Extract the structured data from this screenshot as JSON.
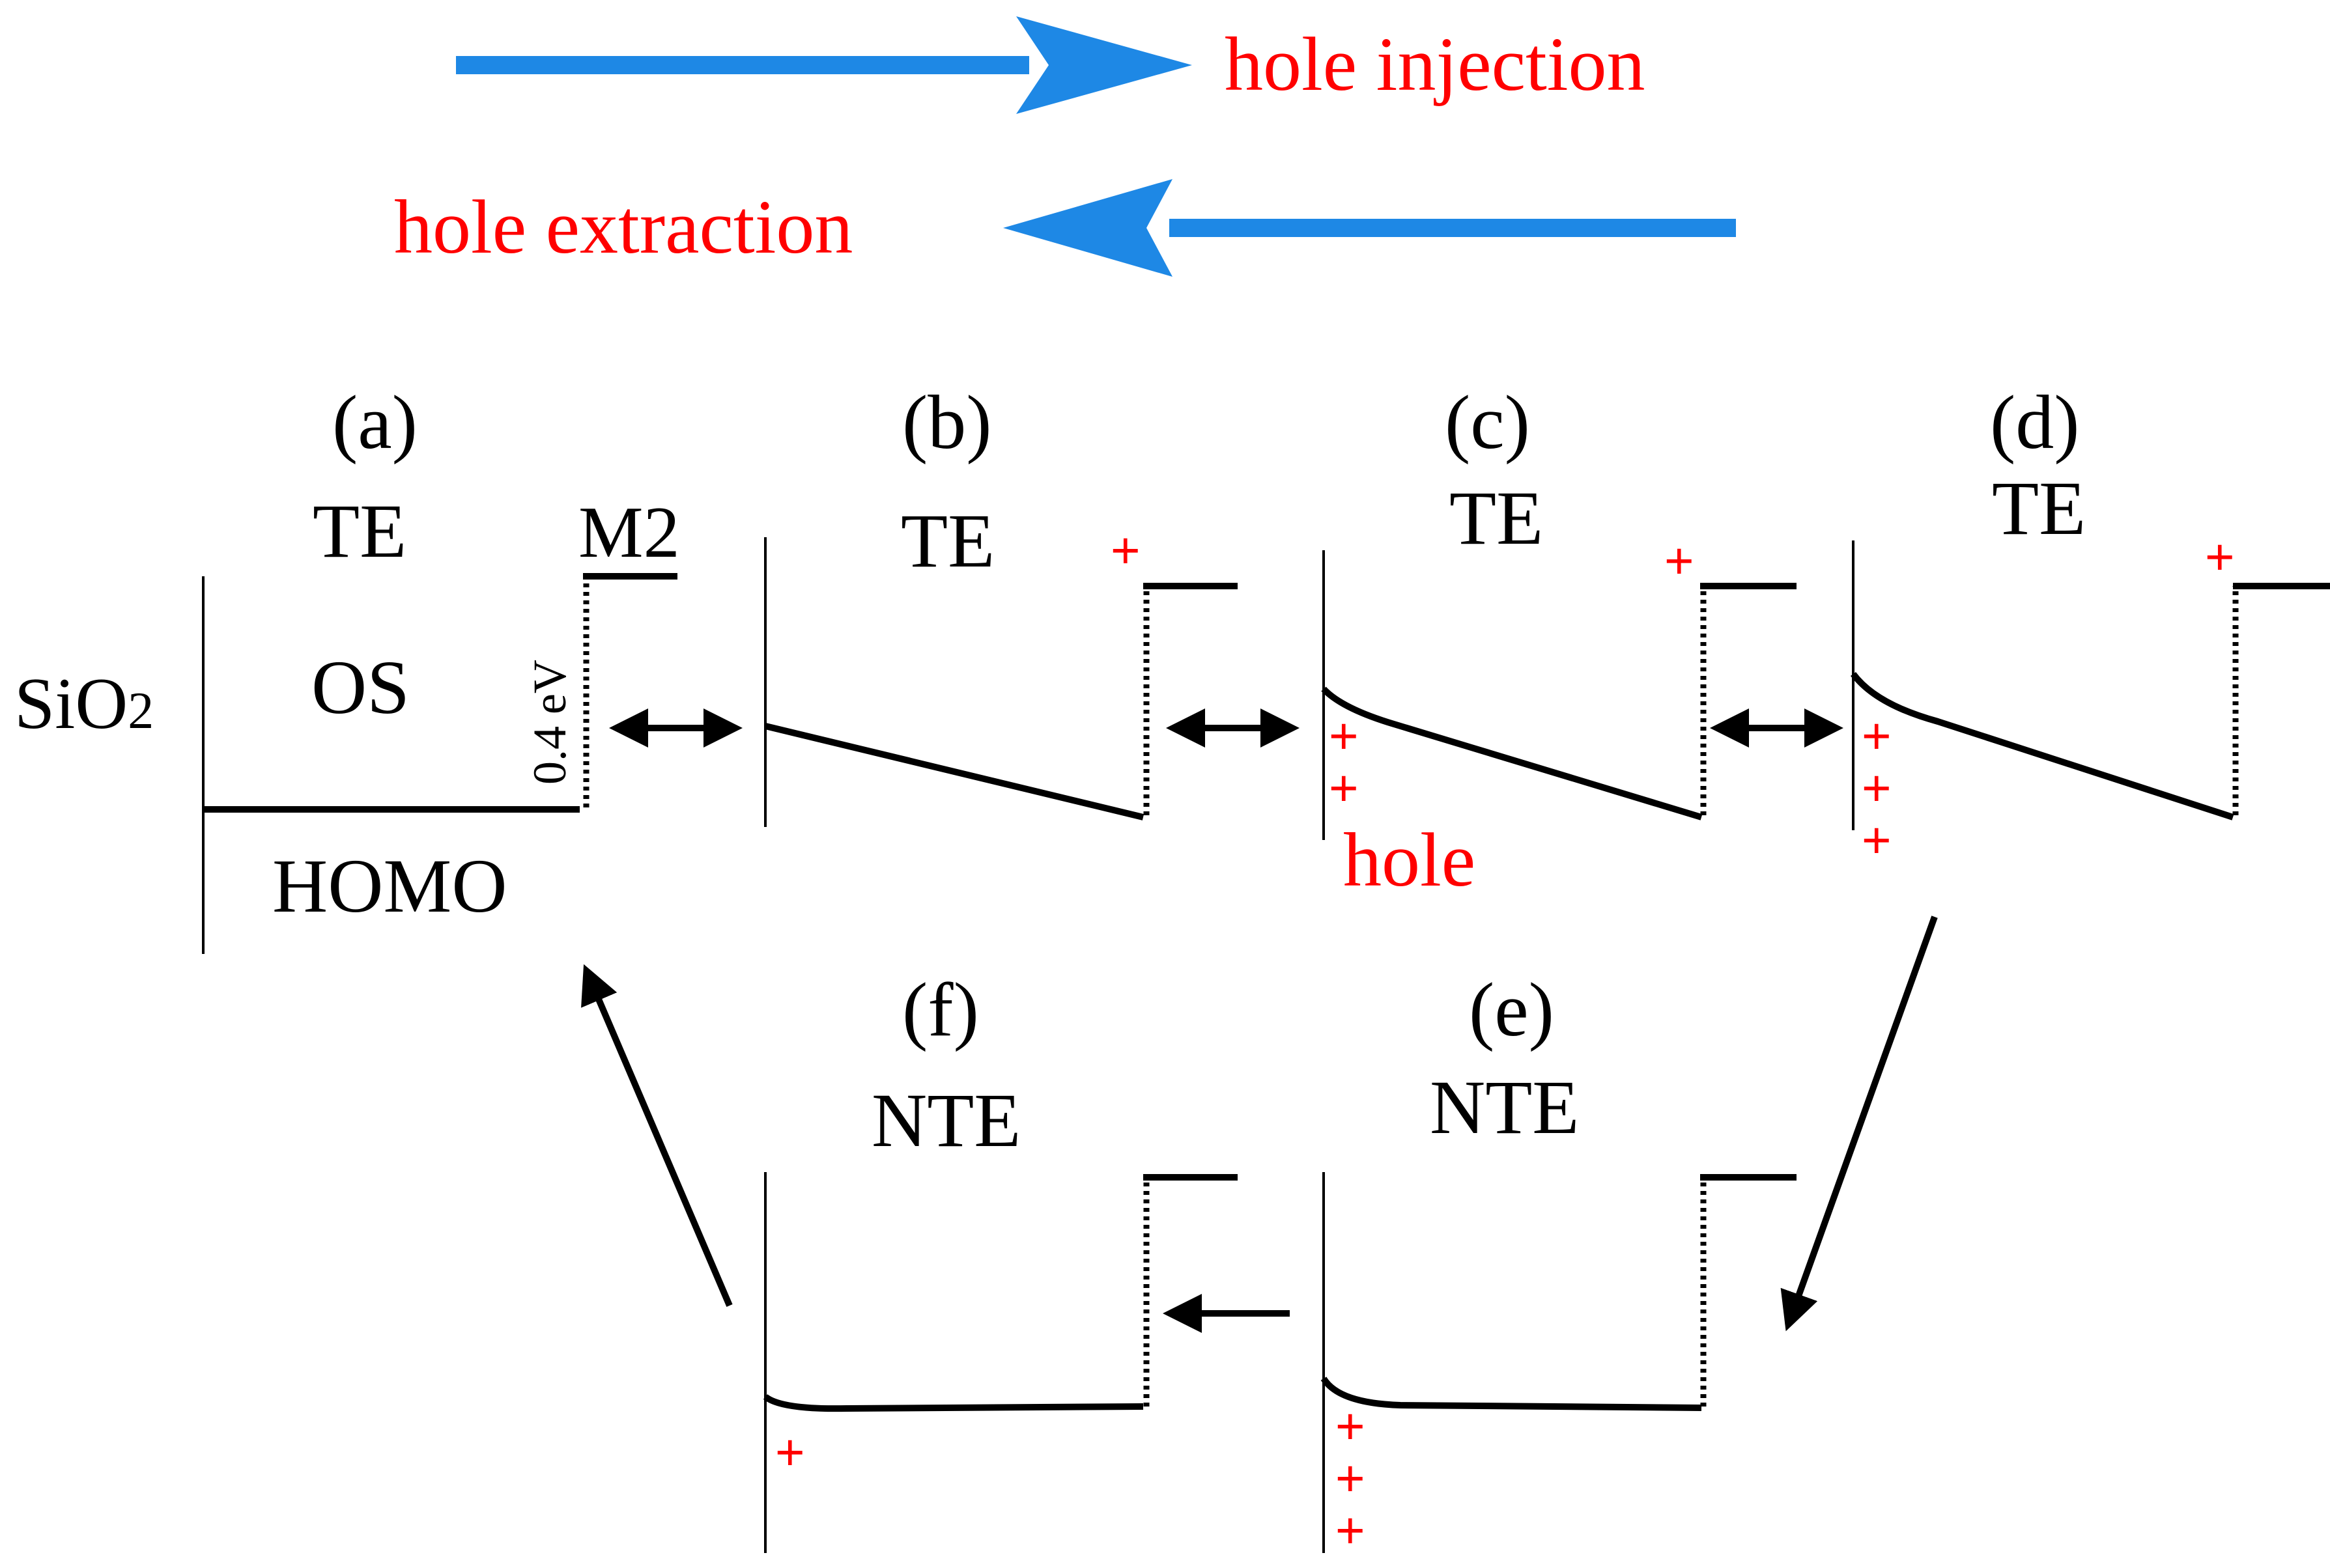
{
  "legend": {
    "injection_label": "hole injection",
    "extraction_label": "hole extraction",
    "arrow_color": "#1e88e5",
    "text_color": "#ff0000"
  },
  "panels": {
    "a": {
      "id": "(a)",
      "state": "TE",
      "layer_left": "SiO",
      "layer_left_sub": "2",
      "layer_mid": "OS",
      "electrode": "M2",
      "barrier": "0.4 eV",
      "level": "HOMO"
    },
    "b": {
      "id": "(b)",
      "state": "TE",
      "charge": "+"
    },
    "c": {
      "id": "(c)",
      "state": "TE",
      "charge": "+",
      "hole_label": "hole"
    },
    "d": {
      "id": "(d)",
      "state": "TE",
      "charge": "+"
    },
    "e": {
      "id": "(e)",
      "state": "NTE"
    },
    "f": {
      "id": "(f)",
      "state": "NTE",
      "charge": "+"
    }
  },
  "charges": {
    "c_interface": [
      "+",
      "+"
    ],
    "d_interface": [
      "+",
      "+",
      "+"
    ],
    "e_interface": [
      "+",
      "+",
      "+"
    ],
    "f_interface": [
      "+"
    ]
  },
  "colors": {
    "line": "#000000",
    "charge": "#ff0000"
  }
}
